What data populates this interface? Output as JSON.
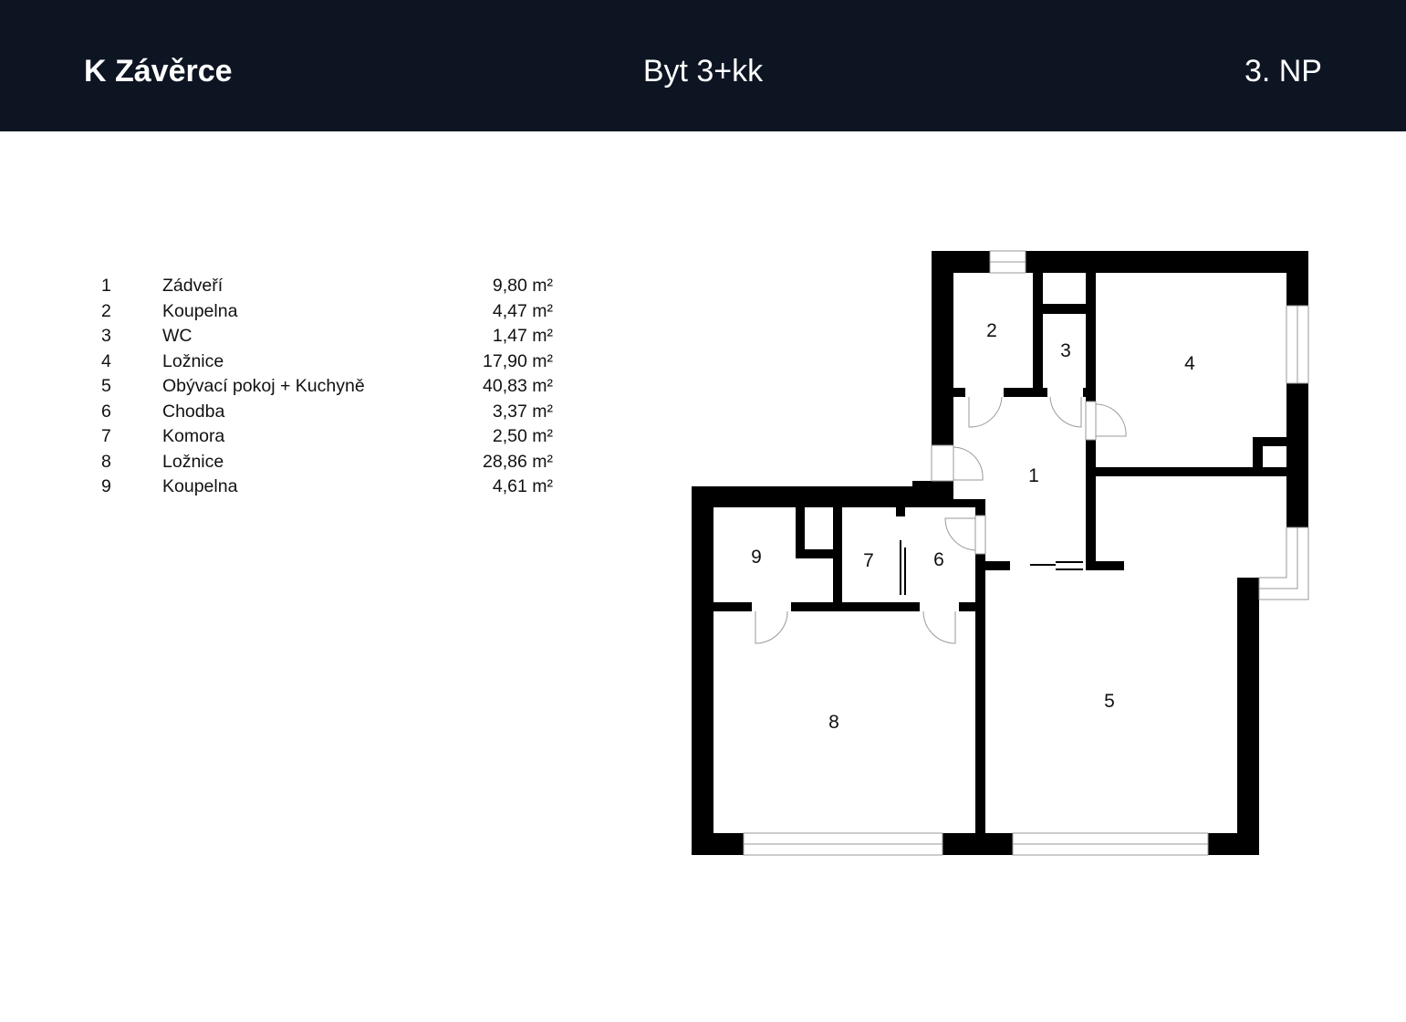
{
  "header": {
    "project": "K Závěrce",
    "unit_type": "Byt 3+kk",
    "floor": "3. NP"
  },
  "rooms": [
    {
      "number": "1",
      "name": "Zádveří",
      "area": "9,80 m²"
    },
    {
      "number": "2",
      "name": "Koupelna",
      "area": "4,47 m²"
    },
    {
      "number": "3",
      "name": "WC",
      "area": "1,47 m²"
    },
    {
      "number": "4",
      "name": "Ložnice",
      "area": "17,90 m²"
    },
    {
      "number": "5",
      "name": "Obývací pokoj + Kuchyně",
      "area": "40,83 m²"
    },
    {
      "number": "6",
      "name": "Chodba",
      "area": "3,37 m²"
    },
    {
      "number": "7",
      "name": "Komora",
      "area": "2,50 m²"
    },
    {
      "number": "8",
      "name": "Ložnice",
      "area": "28,86 m²"
    },
    {
      "number": "9",
      "name": "Koupelna",
      "area": "4,61 m²"
    }
  ],
  "colors": {
    "header_bg": "#0d1523",
    "wall": "#000000"
  }
}
